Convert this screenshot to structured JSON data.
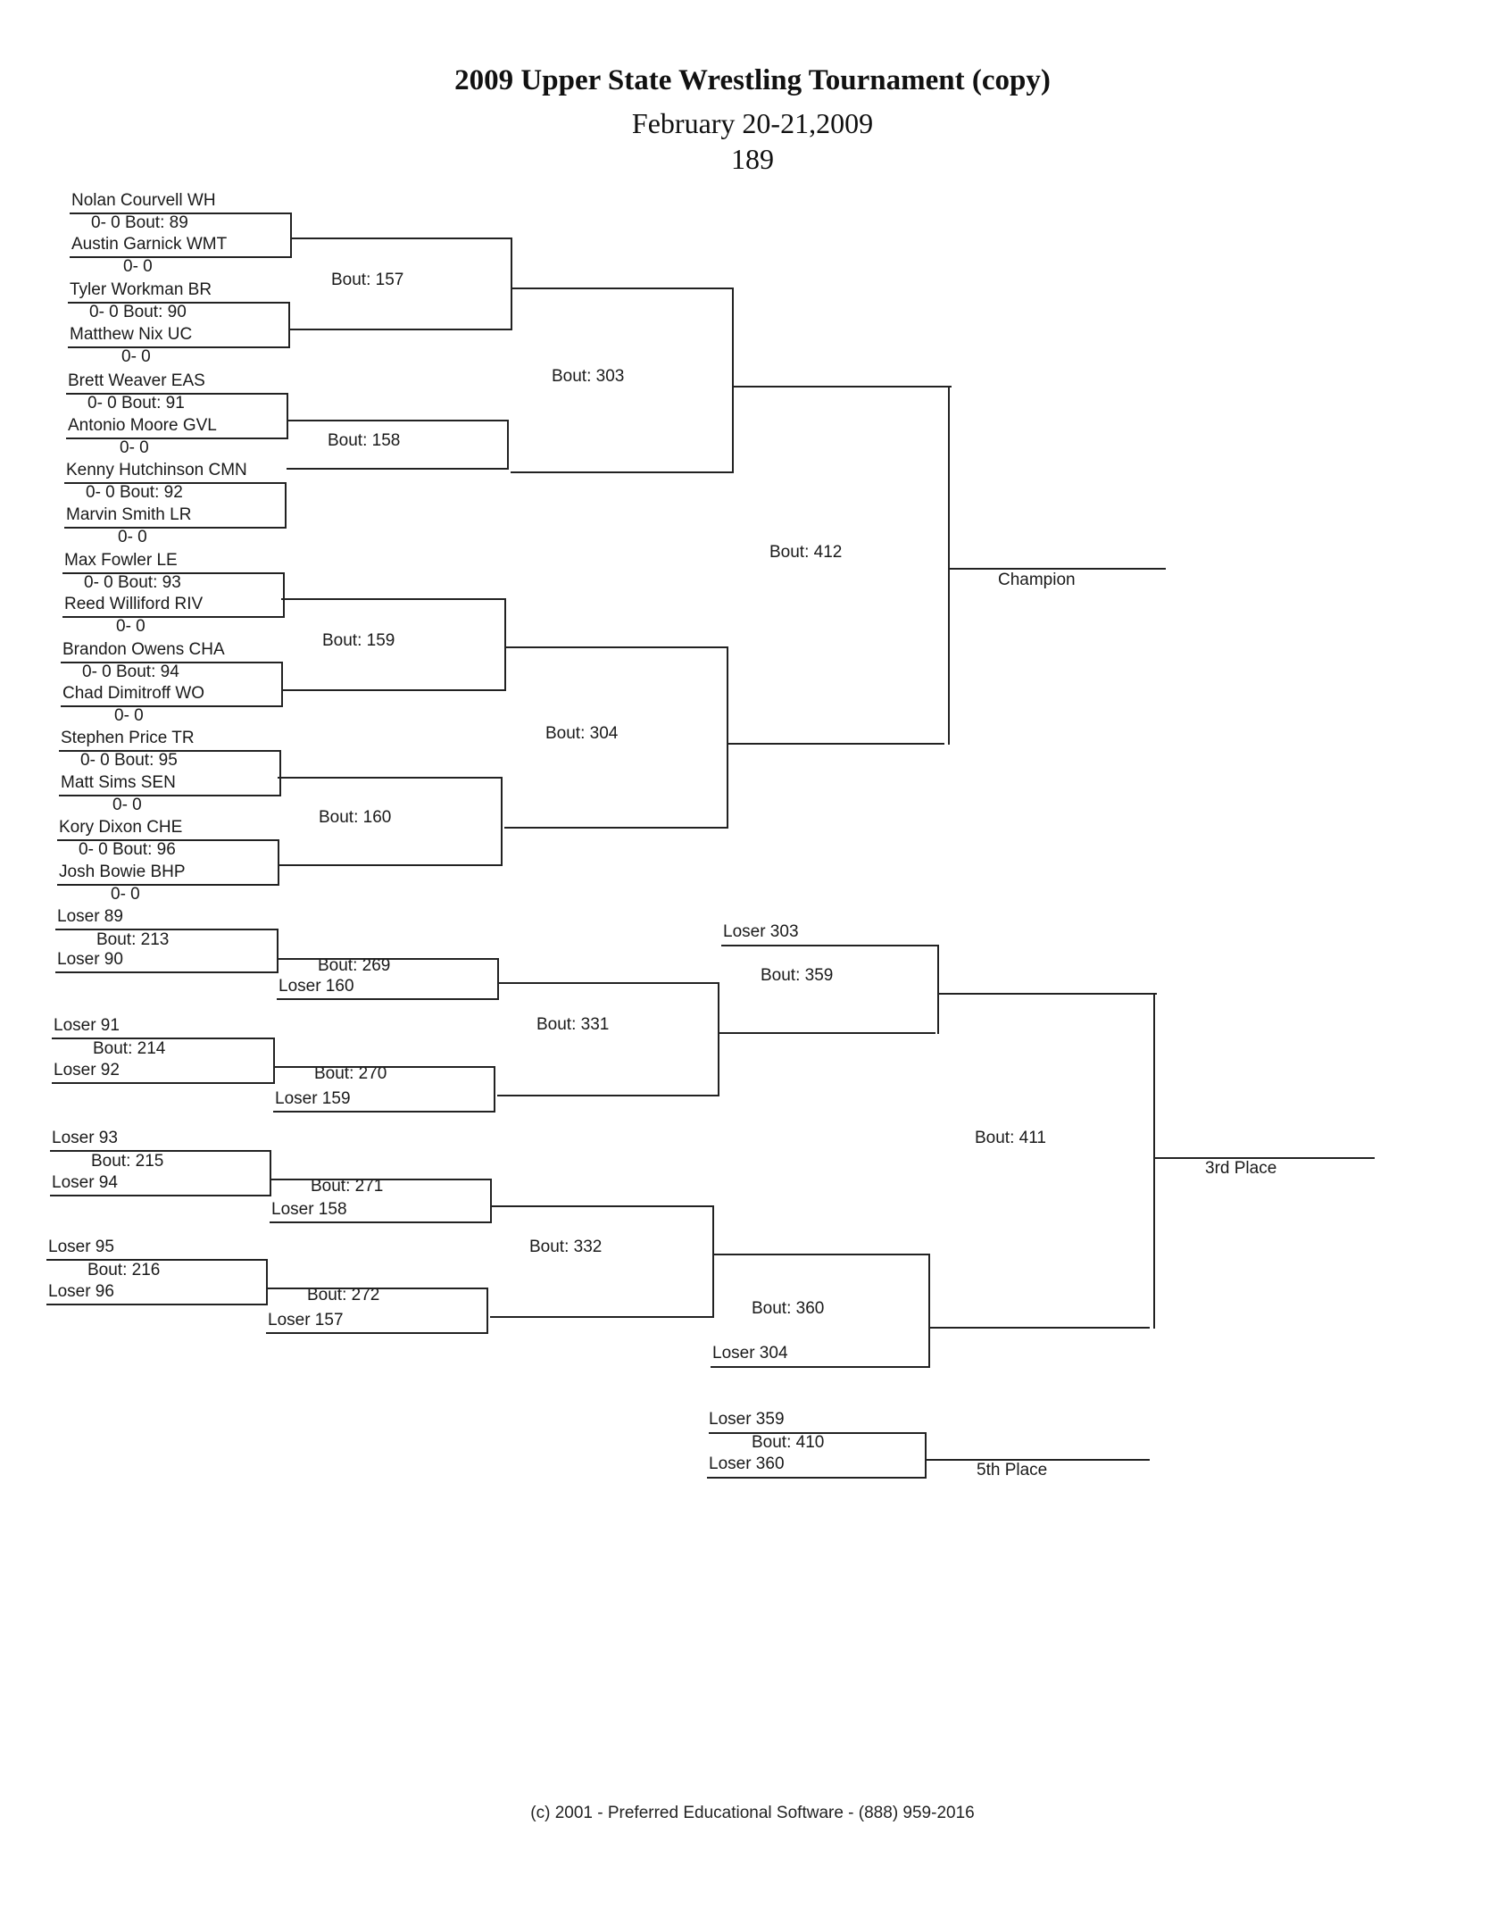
{
  "header": {
    "title": "2009 Upper State Wrestling Tournament (copy)",
    "date": "February 20-21,2009",
    "weight": "189"
  },
  "wrestlers": [
    {
      "name": "Nolan Courvell WH",
      "record": "0- 0"
    },
    {
      "name": "Austin Garnick WMT",
      "record": "0- 0"
    },
    {
      "name": "Tyler Workman BR",
      "record": "0- 0"
    },
    {
      "name": "Matthew Nix UC",
      "record": "0- 0"
    },
    {
      "name": "Brett Weaver EAS",
      "record": "0- 0"
    },
    {
      "name": "Antonio Moore GVL",
      "record": "0- 0"
    },
    {
      "name": "Kenny Hutchinson CMN",
      "record": "0- 0"
    },
    {
      "name": "Marvin Smith LR",
      "record": "0- 0"
    },
    {
      "name": "Max Fowler LE",
      "record": "0- 0"
    },
    {
      "name": "Reed Williford RIV",
      "record": "0- 0"
    },
    {
      "name": "Brandon Owens CHA",
      "record": "0- 0"
    },
    {
      "name": "Chad Dimitroff WO",
      "record": "0- 0"
    },
    {
      "name": "Stephen Price TR",
      "record": "0- 0"
    },
    {
      "name": "Matt Sims SEN",
      "record": "0- 0"
    },
    {
      "name": "Kory Dixon CHE",
      "record": "0- 0"
    },
    {
      "name": "Josh Bowie BHP",
      "record": "0- 0"
    }
  ],
  "bouts": {
    "b89": "Bout:   89",
    "b90": "Bout:   90",
    "b91": "Bout:   91",
    "b92": "Bout:   92",
    "b93": "Bout:   93",
    "b94": "Bout:   94",
    "b95": "Bout:   95",
    "b96": "Bout:   96",
    "b157": "Bout:   157",
    "b158": "Bout:   158",
    "b159": "Bout:   159",
    "b160": "Bout:   160",
    "b303": "Bout:   303",
    "b304": "Bout:   304",
    "b412": "Bout:   412",
    "b213": "Bout:   213",
    "b214": "Bout:   214",
    "b215": "Bout:   215",
    "b216": "Bout:   216",
    "b269": "Bout:   269",
    "b270": "Bout:   270",
    "b271": "Bout:   271",
    "b272": "Bout:   272",
    "b331": "Bout:   331",
    "b332": "Bout:   332",
    "b359": "Bout:   359",
    "b360": "Bout:   360",
    "b411": "Bout:   411",
    "b410": "Bout:   410"
  },
  "losers": {
    "l89": "Loser   89",
    "l90": "Loser   90",
    "l91": "Loser   91",
    "l92": "Loser   92",
    "l93": "Loser   93",
    "l94": "Loser   94",
    "l95": "Loser   95",
    "l96": "Loser   96",
    "l160": "Loser   160",
    "l159": "Loser   159",
    "l158": "Loser   158",
    "l157": "Loser   157",
    "l303": "Loser   303",
    "l304": "Loser   304",
    "l359": "Loser   359",
    "l360": "Loser   360"
  },
  "places": {
    "champion": "Champion",
    "third": "3rd Place",
    "fifth": "5th Place"
  },
  "footer": "(c) 2001 - Preferred Educational Software - (888) 959-2016"
}
